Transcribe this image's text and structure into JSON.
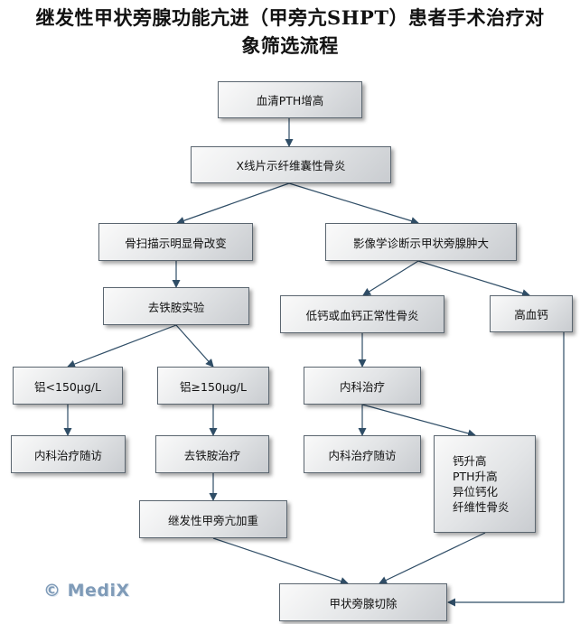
{
  "title": {
    "line1": "继发性甲状旁腺功能亢进（甲旁亢SHPT）患者手术治疗对",
    "line2": "象筛选流程"
  },
  "nodes": {
    "n1": "血清PTH增高",
    "n2": "X线片示纤维囊性骨炎",
    "n3": "骨扫描示明显骨改变",
    "n4": "影像学诊断示甲状旁腺肿大",
    "n5": "去铁胺实验",
    "n6": "低钙或血钙正常性骨炎",
    "n7": "高血钙",
    "n8": "铝<150μg/L",
    "n9": "铝≥150μg/L",
    "n10": "内科治疗",
    "n11": "内科治疗随访",
    "n12": "去铁胺治疗",
    "n13": "内科治疗随访",
    "n14": [
      "钙升高",
      "PTH升高",
      "异位钙化",
      "纤维性骨炎"
    ],
    "n15": "继发性甲旁亢加重",
    "n16": "甲状旁腺切除"
  },
  "watermark": "© MediX",
  "colors": {
    "edge": "#2f4d66",
    "node_border": "#5b6670",
    "watermark": "#7f9bb8"
  }
}
